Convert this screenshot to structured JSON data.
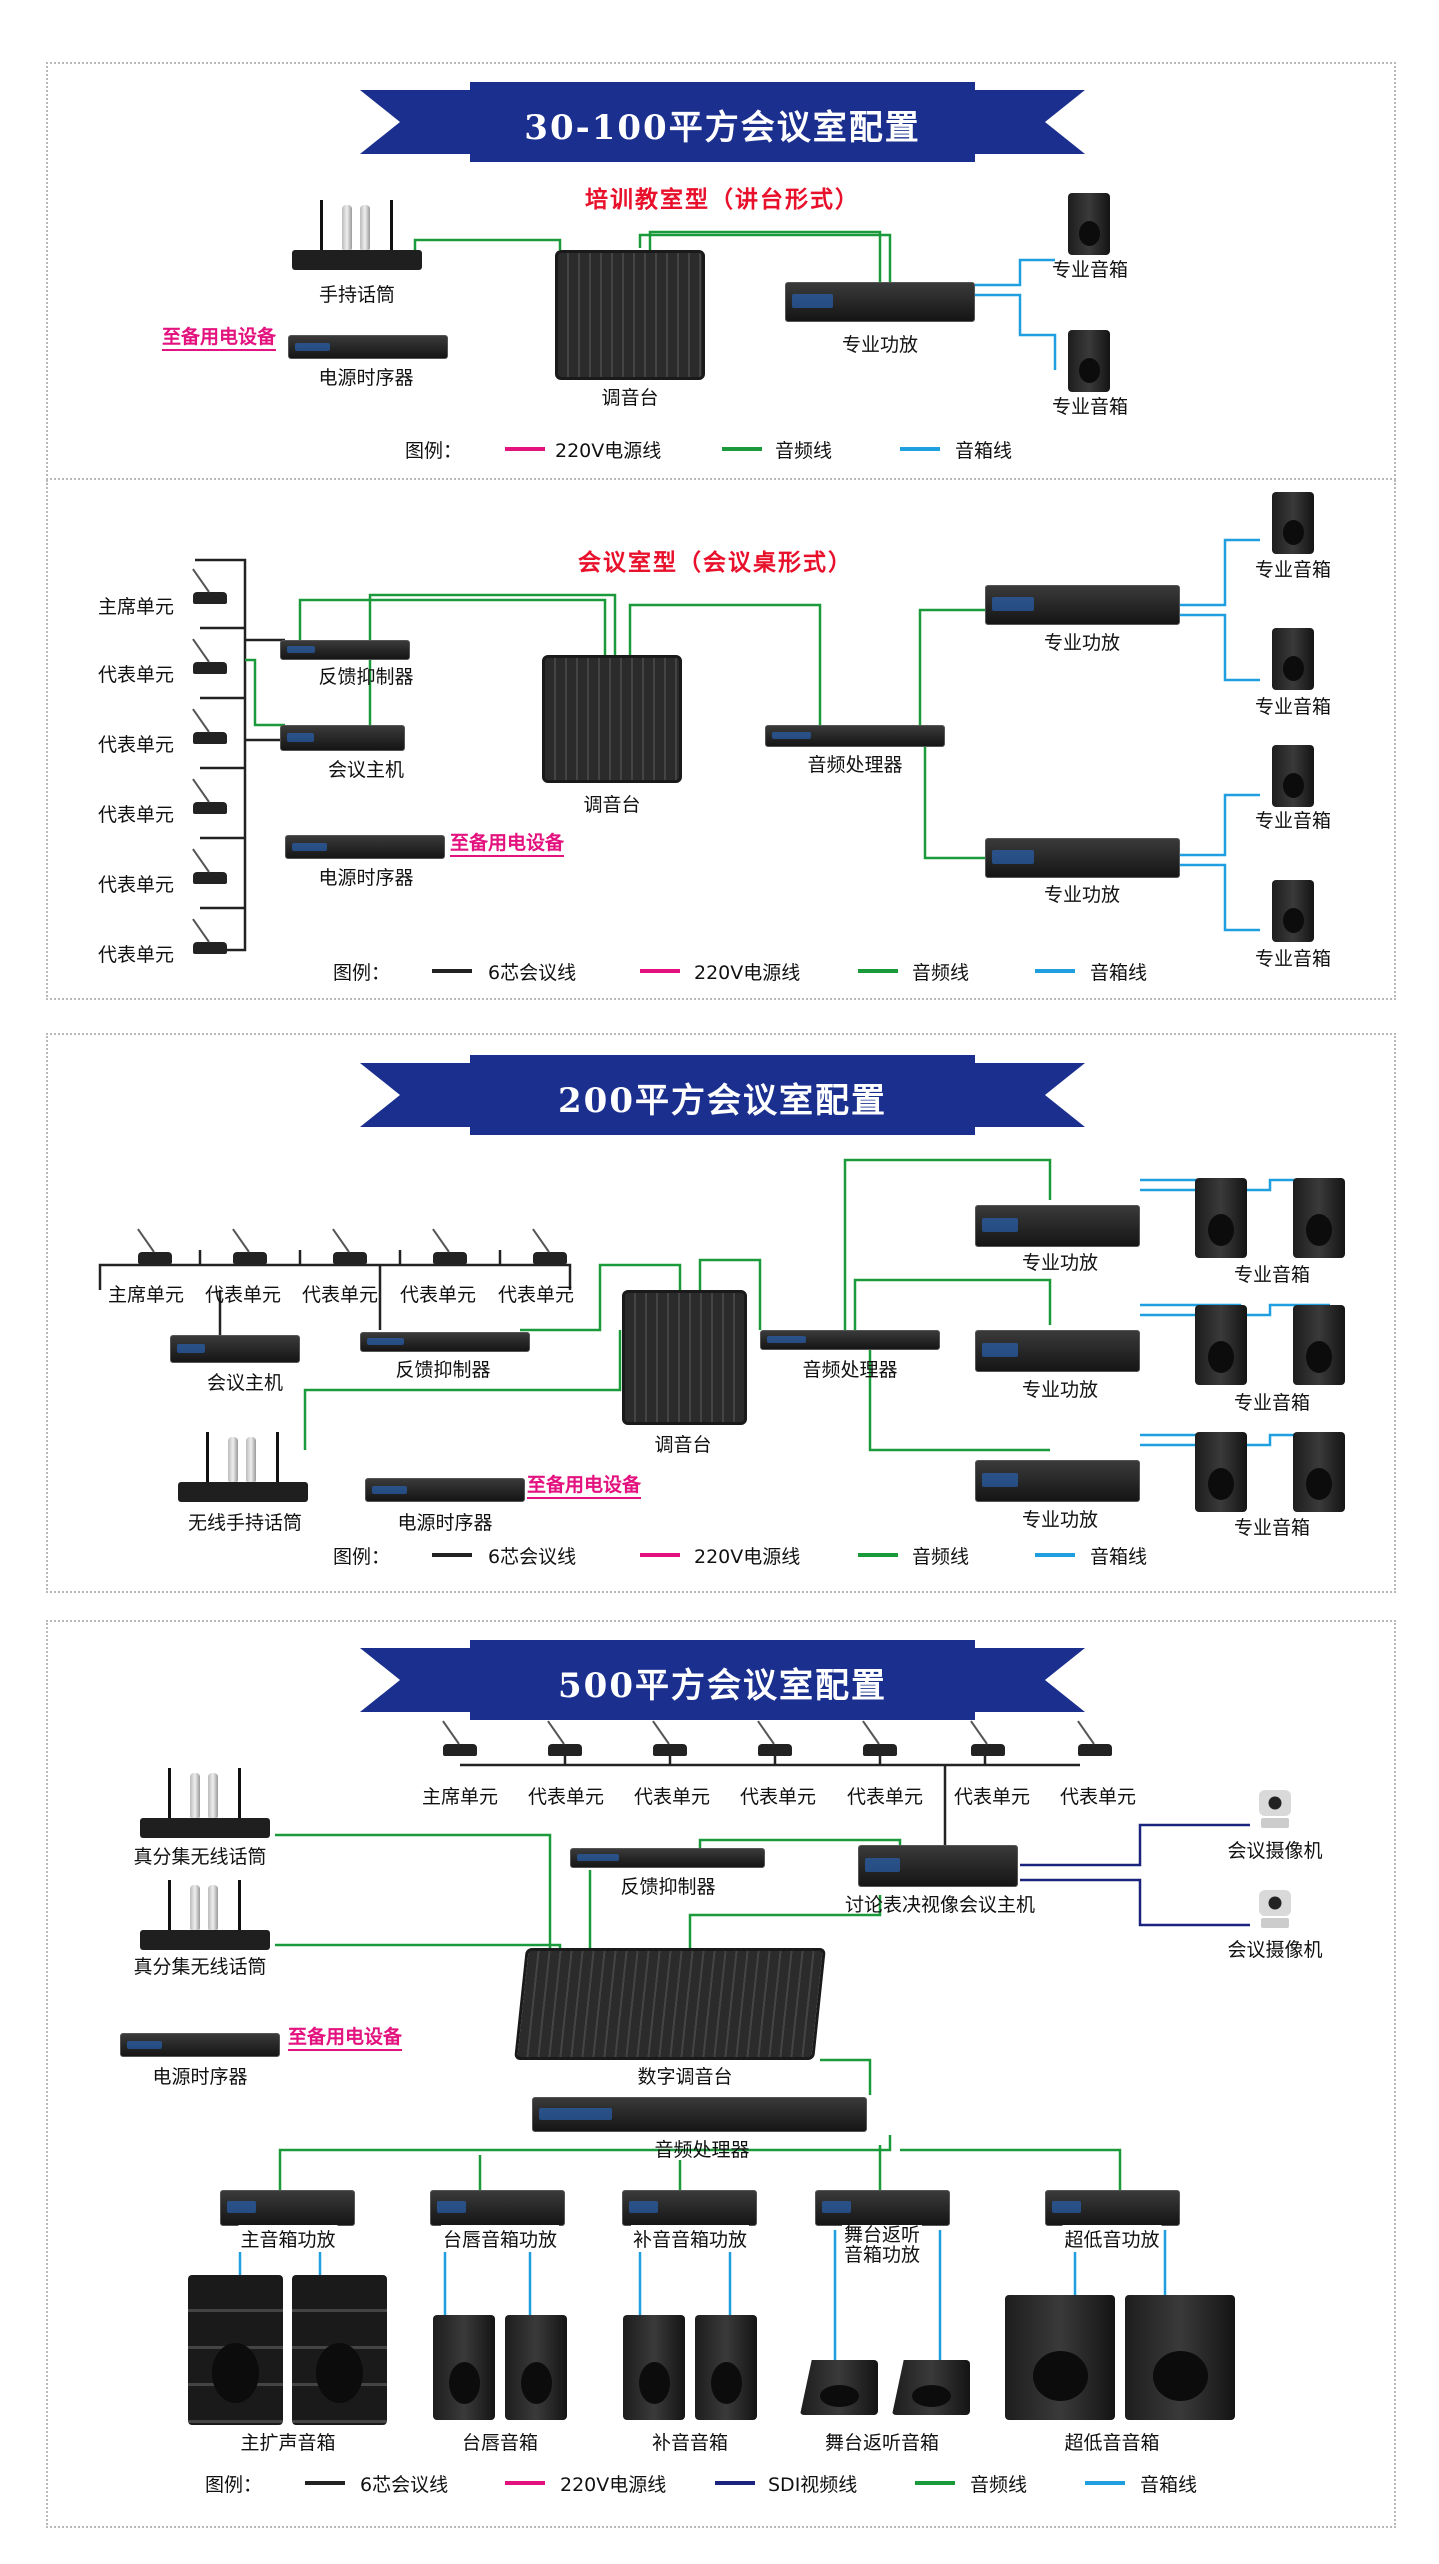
{
  "colors": {
    "power": "#e3127f",
    "audio": "#1a9a3a",
    "speaker": "#1f9fe0",
    "meeting": "#222222",
    "video": "#1a237e",
    "banner": "#1b2f8f"
  },
  "section1": {
    "banner": "30-100平方会议室配置",
    "subtitle": "培训教室型（讲台形式）",
    "handheld_mic": "手持话筒",
    "backup": "至备用电设备",
    "sequencer": "电源时序器",
    "mixer": "调音台",
    "amp": "专业功放",
    "speaker1": "专业音箱",
    "speaker2": "专业音箱",
    "legend": {
      "title": "图例：",
      "power": "220V电源线",
      "audio": "音频线",
      "speaker": "音箱线"
    }
  },
  "section2": {
    "subtitle": "会议室型（会议桌形式）",
    "units": [
      "主席单元",
      "代表单元",
      "代表单元",
      "代表单元",
      "代表单元",
      "代表单元"
    ],
    "feedback": "反馈抑制器",
    "host": "会议主机",
    "sequencer": "电源时序器",
    "backup": "至备用电设备",
    "mixer": "调音台",
    "processor": "音频处理器",
    "amp1": "专业功放",
    "amp2": "专业功放",
    "speakers": [
      "专业音箱",
      "专业音箱",
      "专业音箱",
      "专业音箱"
    ],
    "legend": {
      "title": "图例：",
      "meeting": "6芯会议线",
      "power": "220V电源线",
      "audio": "音频线",
      "speaker": "音箱线"
    }
  },
  "section3": {
    "banner": "200平方会议室配置",
    "units": [
      "主席单元",
      "代表单元",
      "代表单元",
      "代表单元",
      "代表单元"
    ],
    "host": "会议主机",
    "feedback": "反馈抑制器",
    "wireless_mic": "无线手持话筒",
    "sequencer": "电源时序器",
    "backup": "至备用电设备",
    "mixer": "调音台",
    "processor": "音频处理器",
    "amps": [
      "专业功放",
      "专业功放",
      "专业功放"
    ],
    "speakers": [
      "专业音箱",
      "专业音箱",
      "专业音箱"
    ],
    "legend": {
      "title": "图例：",
      "meeting": "6芯会议线",
      "power": "220V电源线",
      "audio": "音频线",
      "speaker": "音箱线"
    }
  },
  "section4": {
    "banner": "500平方会议室配置",
    "units": [
      "主席单元",
      "代表单元",
      "代表单元",
      "代表单元",
      "代表单元",
      "代表单元",
      "代表单元"
    ],
    "wireless1": "真分集无线话筒",
    "wireless2": "真分集无线话筒",
    "feedback": "反馈抑制器",
    "host": "讨论表决视像会议主机",
    "camera1": "会议摄像机",
    "camera2": "会议摄像机",
    "sequencer": "电源时序器",
    "backup": "至备用电设备",
    "mixer": "数字调音台",
    "processor": "音频处理器",
    "amps": [
      "主音箱功放",
      "台唇音箱功放",
      "补音音箱功放",
      "舞台返听\n音箱功放",
      "超低音功放"
    ],
    "speakers": [
      "主扩声音箱",
      "台唇音箱",
      "补音音箱",
      "舞台返听音箱",
      "超低音音箱"
    ],
    "legend": {
      "title": "图例：",
      "meeting": "6芯会议线",
      "power": "220V电源线",
      "video": "SDI视频线",
      "audio": "音频线",
      "speaker": "音箱线"
    }
  }
}
